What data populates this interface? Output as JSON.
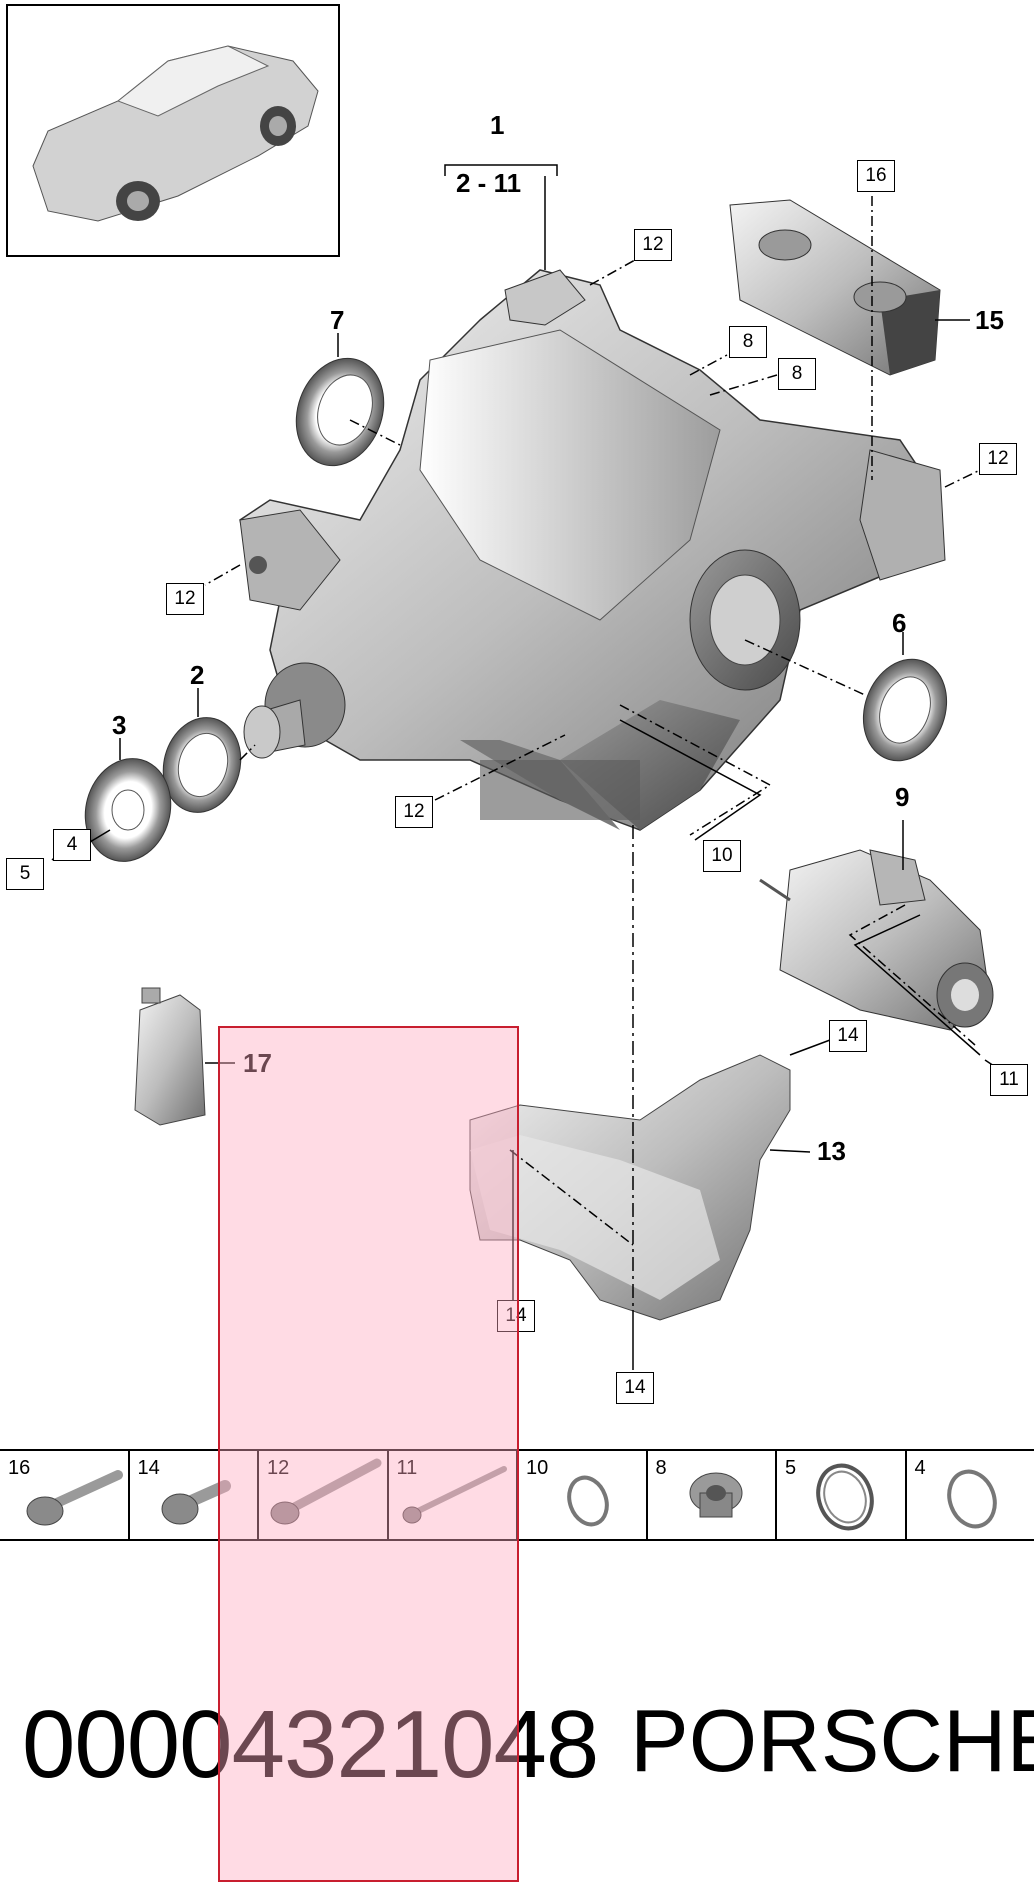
{
  "main_labels": {
    "n1": "1",
    "range": "2 - 11",
    "n2": "2",
    "n3": "3",
    "n6": "6",
    "n7": "7",
    "n9": "9",
    "n13": "13",
    "n15": "15",
    "n17": "17"
  },
  "callouts": {
    "c12a": "12",
    "c12b": "12",
    "c12c": "12",
    "c12d": "12",
    "c8a": "8",
    "c8b": "8",
    "c16": "16",
    "c4": "4",
    "c5": "5",
    "c10": "10",
    "c11": "11",
    "c14a": "14",
    "c14b": "14",
    "c14c": "14"
  },
  "parts_strip": [
    {
      "number": "16",
      "icon": "bolt-icon"
    },
    {
      "number": "14",
      "icon": "bolt-icon"
    },
    {
      "number": "12",
      "icon": "long-bolt-icon"
    },
    {
      "number": "11",
      "icon": "long-screw-icon"
    },
    {
      "number": "10",
      "icon": "o-ring-icon"
    },
    {
      "number": "8",
      "icon": "plug-icon"
    },
    {
      "number": "5",
      "icon": "circlip-icon"
    },
    {
      "number": "4",
      "icon": "o-ring-icon"
    }
  ],
  "footer": {
    "part_number": "00004321048",
    "brand": "PORSCHE"
  },
  "colors": {
    "highlight_fill": "#ffb3c4",
    "highlight_border": "#c81e2f",
    "part_grey": "#b9b9b9"
  }
}
